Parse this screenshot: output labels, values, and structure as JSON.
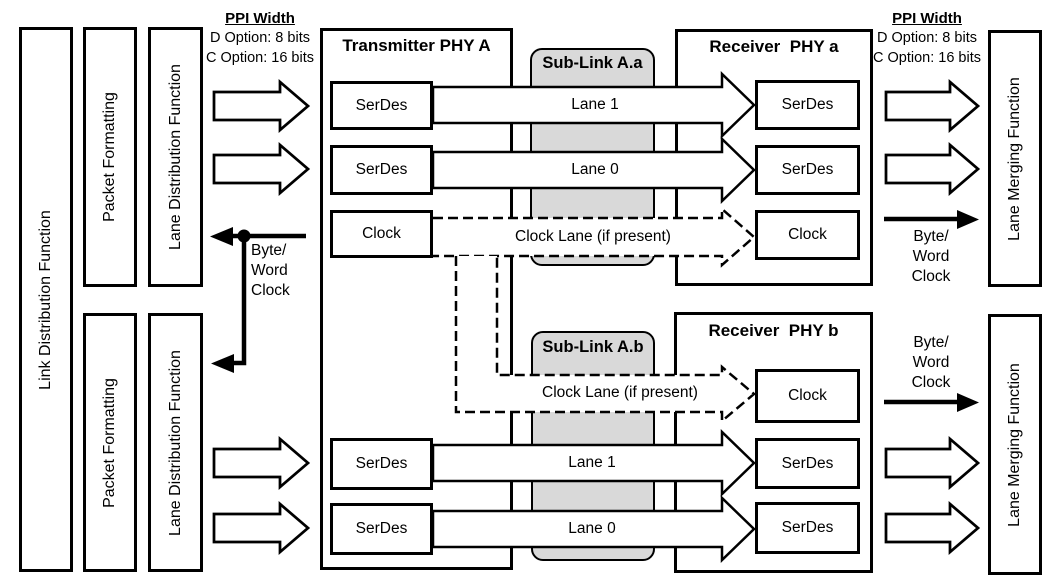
{
  "colors": {
    "stroke": "#000000",
    "sublink_fill": "#d9d9d9",
    "background": "#ffffff"
  },
  "left_column": {
    "link_distribution_label": "Link Distribution Function",
    "packet_formatting_top_label": "Packet Formatting",
    "lane_distribution_top_label": "Lane Distribution Function",
    "packet_formatting_bottom_label": "Packet Formatting",
    "lane_distribution_bottom_label": "Lane Distribution Function"
  },
  "ppi_width_left": {
    "title": "PPI Width",
    "d_option": "D Option: 8 bits",
    "c_option": "C Option: 16 bits"
  },
  "ppi_width_right": {
    "title": "PPI Width",
    "d_option": "D Option: 8 bits",
    "c_option": "C Option: 16 bits"
  },
  "transmitter_phy_a": {
    "title": "Transmitter PHY A",
    "serdes_lane1_top": "SerDes",
    "serdes_lane0_top": "SerDes",
    "clock": "Clock",
    "serdes_lane1_bottom": "SerDes",
    "serdes_lane0_bottom": "SerDes"
  },
  "receiver_phy_a": {
    "title": "Receiver  PHY a",
    "serdes_lane1": "SerDes",
    "serdes_lane0": "SerDes",
    "clock": "Clock"
  },
  "receiver_phy_b": {
    "title": "Receiver  PHY b",
    "clock": "Clock",
    "serdes_lane1": "SerDes",
    "serdes_lane0": "SerDes"
  },
  "sublink_aa": {
    "title": "Sub-Link A.a",
    "lane1": "Lane 1",
    "lane0": "Lane 0",
    "clock_lane": "Clock Lane (if present)"
  },
  "sublink_ab": {
    "title": "Sub-Link A.b",
    "lane1": "Lane 1",
    "lane0": "Lane 0",
    "clock_lane": "Clock Lane (if present)"
  },
  "byte_word_clock": {
    "line1": "Byte/",
    "line2": "Word",
    "line3": "Clock"
  },
  "right_column": {
    "lane_merging_top_label": "Lane Merging Function",
    "lane_merging_bottom_label": "Lane Merging Function"
  }
}
